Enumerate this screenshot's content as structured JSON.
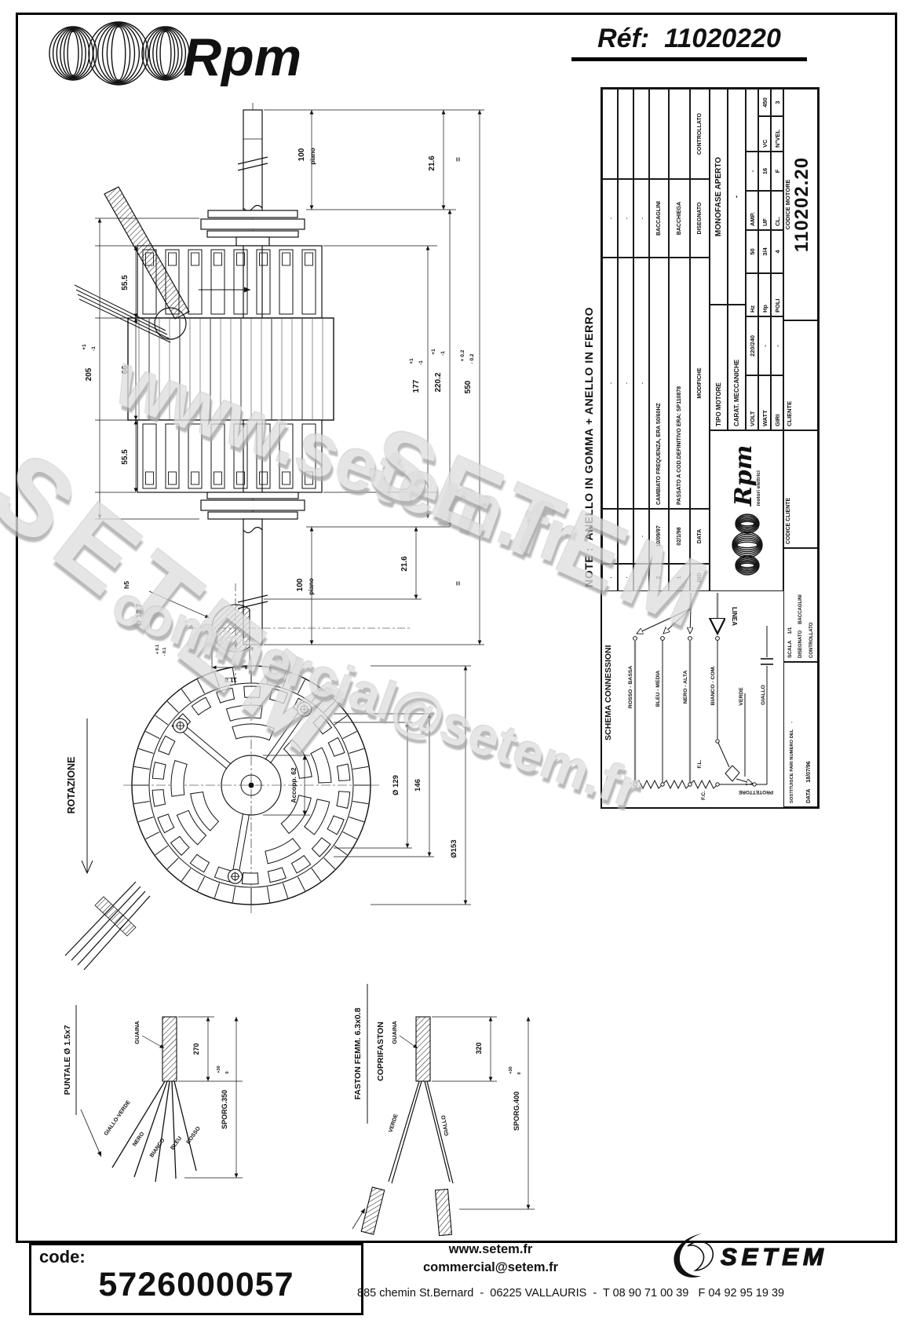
{
  "header": {
    "brand": "Rpm",
    "ref_label": "Réf:",
    "ref_value": "11020220"
  },
  "note": "NOTE :  ANELLO IN GOMMA + ANELLO IN FERRO",
  "titleblock": {
    "revision": {
      "rows": [
        {
          "ind": ".",
          "date": ".",
          "mod": ".",
          "drawn": "."
        },
        {
          "ind": ".",
          "date": ".",
          "mod": ".",
          "drawn": "."
        },
        {
          "ind": ".",
          "date": ".",
          "mod": ".",
          "drawn": "."
        },
        {
          "ind": "2",
          "date": "10/09/97",
          "mod": "CAMBIATO FREQUENZA, ERA 50/60HZ",
          "drawn": "BACCAGLINI"
        },
        {
          "ind": "1",
          "date": "02/1/98",
          "mod": "PASSATO A COD.DEFINITIVO ERA: SP110878",
          "drawn": "BACCHIEGA"
        }
      ],
      "headers": {
        "ind": "IND",
        "date": "DATA",
        "mod": "MODIFICHE",
        "drawn": "DISEGNATO",
        "checked": "CONTROLLATO"
      }
    },
    "logo": {
      "name": "Rpm",
      "sub": "motori elettrici"
    },
    "tipo": {
      "label": "TIPO MOTORE",
      "value": "MONOFASE APERTO"
    },
    "carat": {
      "label": "CARAT. MECCANICHE",
      "value": "-"
    },
    "volt": {
      "l1": "VOLT",
      "v1": "220/240",
      "l2": "Hz",
      "v2": "50",
      "l3": "AMP.",
      "v3": "-"
    },
    "watt": {
      "l1": "WATT",
      "v1": "-",
      "l2": "Hp",
      "v2": "3/4",
      "l3": "UF",
      "v3": "16",
      "l4": "VC",
      "v4": "450"
    },
    "giri": {
      "l1": "GIRI",
      "v1": "-",
      "l2": "POLI",
      "v2": "4",
      "l3": "CL.",
      "v3": "F",
      "l4": "N°VEL",
      "v4": "3"
    },
    "bottom": {
      "sost_label": "SOSTITUISCE PARI NUMERO DEL",
      "sost_value": "-",
      "data_label": "DATA",
      "data_value": "18/07/96",
      "scala_label": "SCALA",
      "scala_value": "1/1",
      "disegnato_label": "DISEGNATO",
      "disegnato_value": "BACCAGLINI",
      "controllato_label": "CONTROLLATO",
      "codice_cliente_label": "CODICE CLIENTE",
      "cliente_label": "CLIENTE",
      "codice_motore_label": "CODICE MOTORE",
      "codice_motore_value": "110202.20"
    }
  },
  "schema": {
    "title": "SCHEMA CONNESSIONI",
    "linea": "LINEA",
    "rosso": "ROSSO - BASSA",
    "bleu": "BLEU - MEDIA",
    "nero": "NERO - ALTA",
    "bianco": "BIANCO - COM.",
    "verde": "VERDE",
    "giallo": "GIALLO",
    "fl": "F.L.",
    "fc": "F.C.",
    "protettore": "PROTETTORE"
  },
  "dims": {
    "d100": "100",
    "piano": "piano",
    "d216": "21.6",
    "eq": "=",
    "d555": "55.5",
    "d66": "66",
    "d205": "205",
    "d177": "177",
    "d2202": "220.2",
    "d550": "550",
    "p1": "+1",
    "m1": "-1",
    "p02": "+ 0.2",
    "m02": "- 0.2",
    "h5": "h5",
    "d127": "Ø 12.7",
    "d118": "11.8",
    "p01": "+ 0.1",
    "m01": "- 0.1",
    "rotazione": "ROTAZIONE",
    "accopp": "Accopp. 62",
    "d129": "Ø 129",
    "d146": "146",
    "d153": "Ø153"
  },
  "cables": {
    "puntale_title": "PUNTALE Ø 1.5x7",
    "guaina": "GUAINA",
    "d270": "270",
    "sporg350": "SPORG.350",
    "plus30": "+30",
    "zero": "0",
    "wire1": "GIALLO-VERDE",
    "wire2": "NERO",
    "wire3": "BIANCO",
    "wire4": "BLEU",
    "wire5": "ROSSO",
    "faston_title": "FASTON FEMM. 6.3x0.8",
    "coprifaston": "COPRIFASTON",
    "d320": "320",
    "sporg400": "SPORG.400",
    "verde": "VERDE",
    "giallo": "GIALLO"
  },
  "watermarks": {
    "w1": "www.setem.fr",
    "w2": "SETEM",
    "w3": "commercial@setem.fr",
    "w4": "SETEM"
  },
  "footer": {
    "code_label": "code:",
    "code_value": "5726000057",
    "website": "www.setem.fr",
    "email": "commercial@setem.fr",
    "brand": "SETEM",
    "address": "885 chemin St.Bernard  -  06225 VALLAURIS  -  T 08 90 71 00 39   F 04 92 95 19 39"
  }
}
